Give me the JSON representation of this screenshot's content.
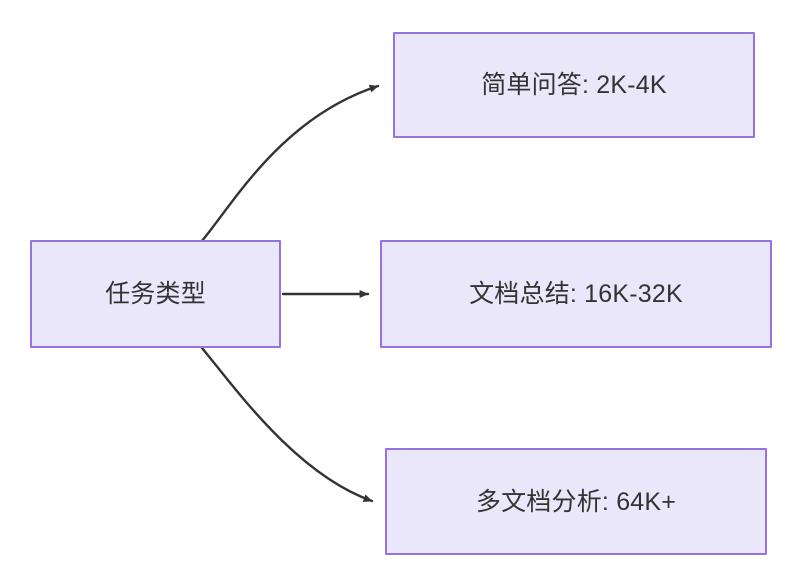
{
  "diagram": {
    "type": "flowchart",
    "direction": "left-to-right",
    "background_color": "#ffffff",
    "node_fill_color": "#EAE7FA",
    "node_border_color": "#9673E0",
    "text_color": "#333333",
    "edge_color": "#333333",
    "nodes": [
      {
        "id": "source",
        "label": "任务类型",
        "role": "root"
      },
      {
        "id": "simple-qa",
        "label": "简单问答: 2K-4K",
        "role": "leaf"
      },
      {
        "id": "doc-summary",
        "label": "文档总结: 16K-32K",
        "role": "leaf"
      },
      {
        "id": "multi-doc",
        "label": "多文档分析: 64K+",
        "role": "leaf"
      }
    ],
    "edges": [
      {
        "id": "edge-source-simple-qa",
        "from": "source",
        "to": "simple-qa",
        "style": "curved",
        "arrow": "triangle"
      },
      {
        "id": "edge-source-doc-summary",
        "from": "source",
        "to": "doc-summary",
        "style": "straight",
        "arrow": "triangle"
      },
      {
        "id": "edge-source-multi-doc",
        "from": "source",
        "to": "multi-doc",
        "style": "curved",
        "arrow": "triangle"
      }
    ]
  }
}
